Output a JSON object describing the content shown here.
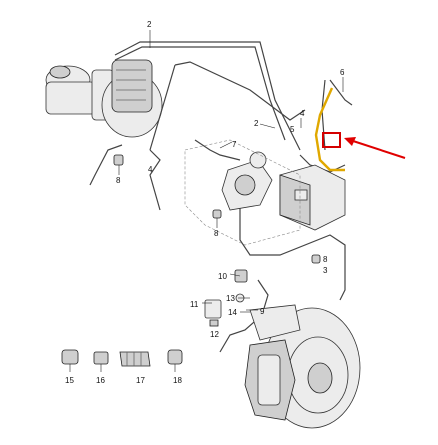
{
  "labels": {
    "l2": "2",
    "l3": "3",
    "l4": "4",
    "l5": "5",
    "l6": "6",
    "l7": "7",
    "l8a": "8",
    "l8b": "8",
    "l8c": "8",
    "l9": "9",
    "l10": "10",
    "l11": "11",
    "l12": "12",
    "l13": "13",
    "l14": "14",
    "l15": "15",
    "l16": "16",
    "l17": "17",
    "l18": "18"
  },
  "colors": {
    "highlight_pipe": "#e0a800",
    "highlight_box": "#d40000",
    "arrow": "#e00000"
  }
}
